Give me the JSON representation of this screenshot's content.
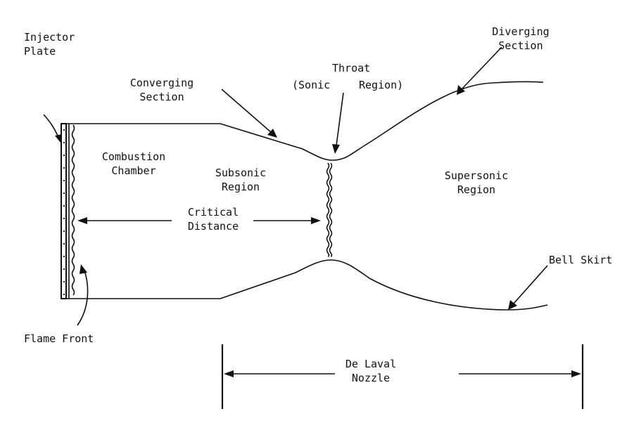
{
  "labels": {
    "injector_plate": [
      "Injector",
      "Plate"
    ],
    "converging_section": [
      "Converging",
      "Section"
    ],
    "throat": [
      "Throat",
      "(Sonic",
      "Region)"
    ],
    "diverging_section": [
      "Diverging",
      "Section"
    ],
    "combustion_chamber": [
      "Combustion",
      "Chamber"
    ],
    "subsonic_region": [
      "Subsonic",
      "Region"
    ],
    "supersonic_region": [
      "Supersonic",
      "Region"
    ],
    "critical_distance": [
      "Critical",
      "Distance"
    ],
    "bell_skirt": "Bell Skirt",
    "flame_front": "Flame Front",
    "de_laval_nozzle": [
      "De Laval",
      "Nozzle"
    ]
  },
  "colors": {
    "ink": "#111111",
    "background": "#ffffff"
  }
}
